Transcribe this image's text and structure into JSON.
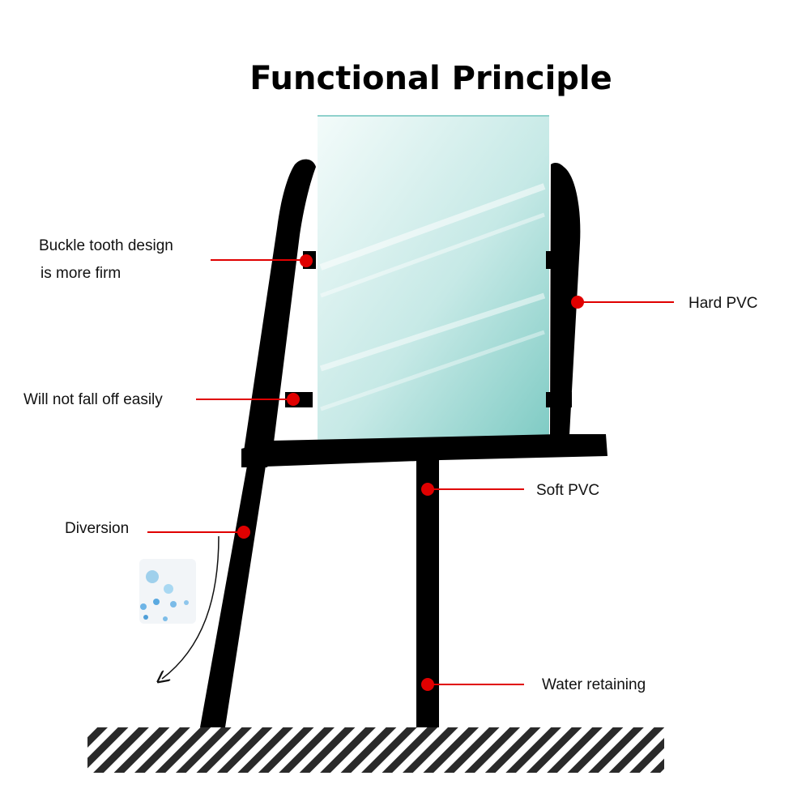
{
  "title": "Functional Principle",
  "labels": {
    "buckle_line1": "Buckle tooth design",
    "buckle_line2": "is more firm",
    "hard_pvc": "Hard PVC",
    "no_fall": "Will not fall off easily",
    "soft_pvc": "Soft PVC",
    "diversion": "Diversion",
    "water_retaining": "Water retaining"
  },
  "colors": {
    "seal": "#000000",
    "callout": "#e00000",
    "glass_light": "#eef9f8",
    "glass_dark": "#86cfc9"
  }
}
